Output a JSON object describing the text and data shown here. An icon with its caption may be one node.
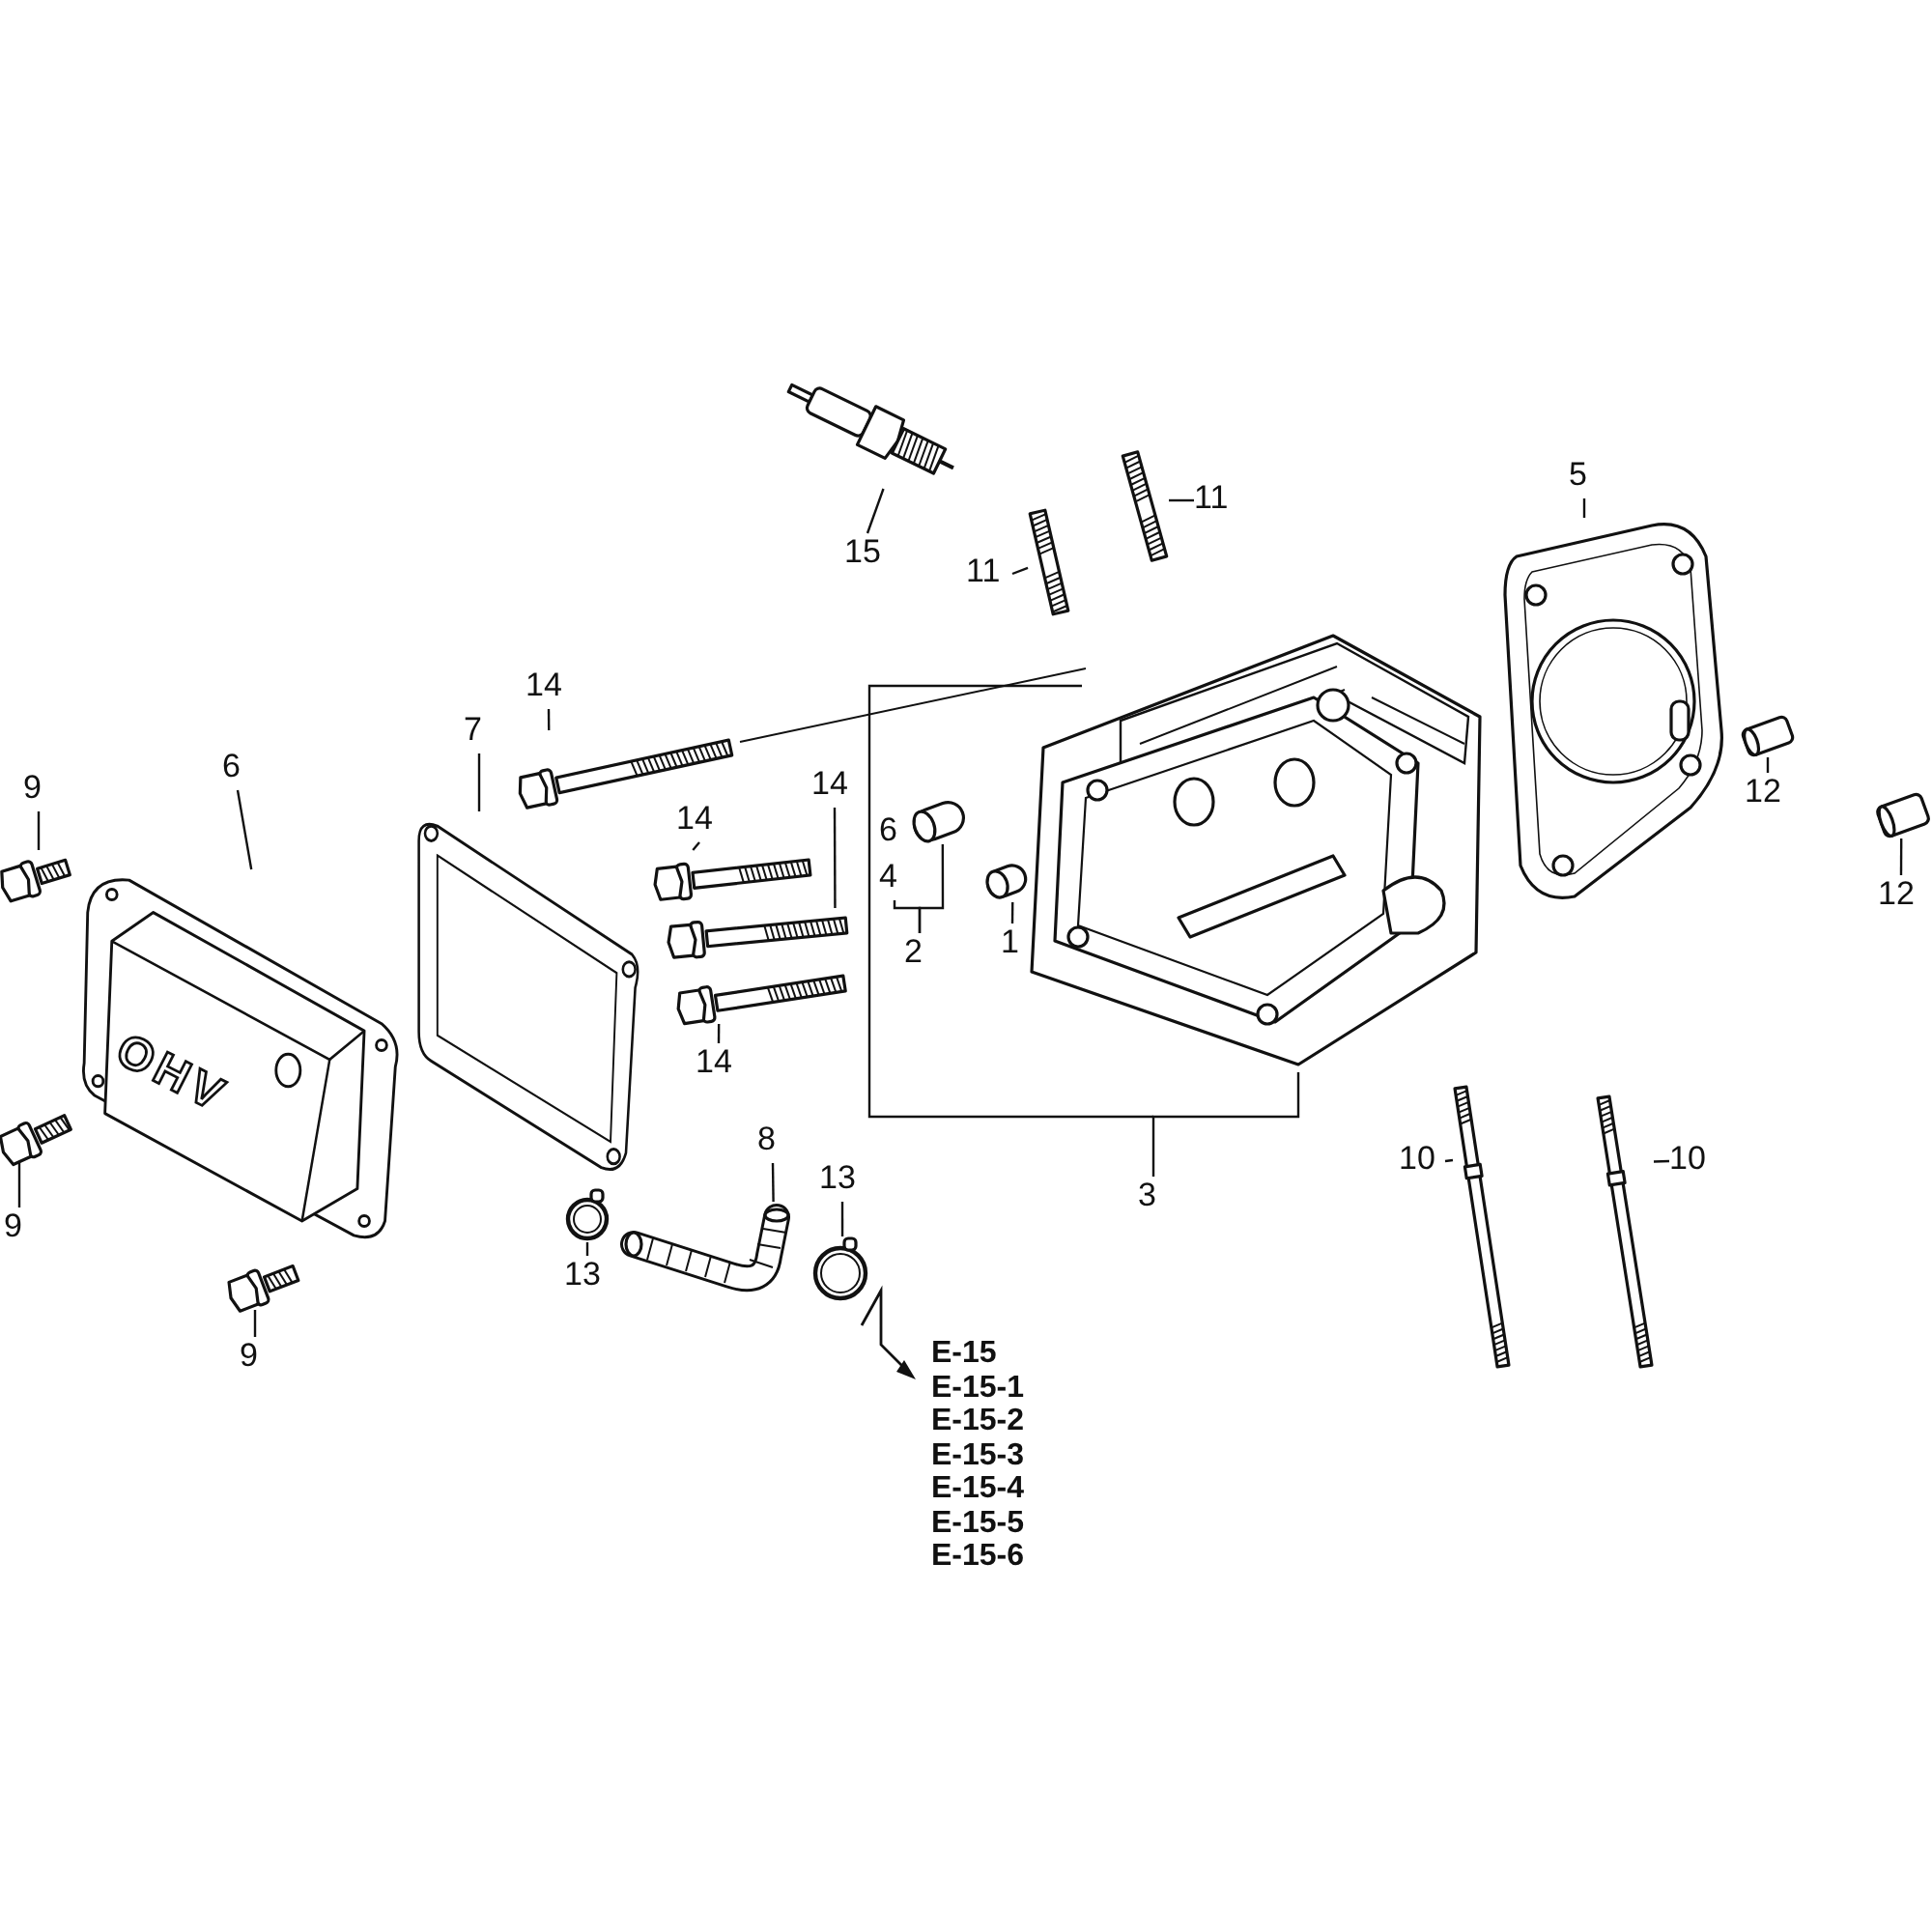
{
  "diagram": {
    "nodes": [
      {
        "text": [
          "15"
        ]
      },
      {
        "text": [],
        "shape": "picture"
      },
      {
        "text": [
          "11"
        ]
      },
      {
        "text": [],
        "shape": "picture"
      },
      {
        "text": [
          "11"
        ]
      },
      {
        "text": [],
        "shape": "picture"
      },
      {
        "text": [
          "5"
        ]
      },
      {
        "text": [],
        "shape": "picture"
      },
      {
        "text": [
          "14"
        ]
      },
      {
        "text": [],
        "shape": "picture"
      },
      {
        "text": [
          "14"
        ]
      },
      {
        "text": [],
        "shape": "picture"
      },
      {
        "text": [
          "14"
        ]
      },
      {
        "text": [],
        "shape": "picture"
      },
      {
        "text": [
          "14"
        ]
      },
      {
        "text": [],
        "shape": "picture"
      },
      {
        "text": [
          "7"
        ]
      },
      {
        "text": [],
        "shape": "picture"
      },
      {
        "text": [
          "6"
        ]
      },
      {
        "text": [],
        "shape": "picture"
      },
      {
        "text": [
          "9"
        ]
      },
      {
        "text": [],
        "shape": "picture"
      },
      {
        "text": [
          "9"
        ]
      },
      {
        "text": [],
        "shape": "picture"
      },
      {
        "text": [
          "9"
        ]
      },
      {
        "text": [],
        "shape": "picture"
      },
      {
        "text": [
          "4"
        ]
      },
      {
        "text": [
          "2"
        ]
      },
      {
        "text": [],
        "shape": "picture"
      },
      {
        "text": [
          "1"
        ]
      },
      {
        "text": [],
        "shape": "picture"
      },
      {
        "text": [
          "3"
        ]
      },
      {
        "text": [],
        "shape": "picture"
      },
      {
        "text": [
          "12"
        ]
      },
      {
        "text": [],
        "shape": "picture"
      },
      {
        "text": [
          "12"
        ]
      },
      {
        "text": [],
        "shape": "picture"
      },
      {
        "text": [
          "10"
        ]
      },
      {
        "text": [],
        "shape": "picture"
      },
      {
        "text": [
          "10"
        ]
      },
      {
        "text": [],
        "shape": "picture"
      },
      {
        "text": [
          "8"
        ]
      },
      {
        "text": [],
        "shape": "picture"
      },
      {
        "text": [
          "13"
        ]
      },
      {
        "text": [],
        "shape": "picture"
      },
      {
        "text": [
          "13"
        ]
      },
      {
        "text": [],
        "shape": "picture"
      }
    ],
    "edges": [
      {
        "from": 0,
        "to": 1,
        "arrow": "none"
      },
      {
        "from": 2,
        "to": 3,
        "arrow": "none"
      },
      {
        "from": 4,
        "to": 5,
        "arrow": "none"
      },
      {
        "from": 6,
        "to": 7,
        "arrow": "none"
      },
      {
        "from": 8,
        "to": 9,
        "arrow": "none"
      },
      {
        "from": 10,
        "to": 11,
        "arrow": "none"
      },
      {
        "from": 12,
        "to": 13,
        "arrow": "none"
      },
      {
        "from": 14,
        "to": 15,
        "arrow": "none"
      },
      {
        "from": 16,
        "to": 17,
        "arrow": "none"
      },
      {
        "from": 18,
        "to": 19,
        "arrow": "none"
      },
      {
        "from": 20,
        "to": 21,
        "arrow": "none"
      },
      {
        "from": 22,
        "to": 23,
        "arrow": "none"
      },
      {
        "from": 24,
        "to": 25,
        "arrow": "none"
      },
      {
        "from": 27,
        "to": 26,
        "arrow": "none"
      },
      {
        "from": 27,
        "to": 28,
        "arrow": "none"
      },
      {
        "from": 29,
        "to": 30,
        "arrow": "none"
      },
      {
        "from": 31,
        "to": 32,
        "arrow": "none"
      },
      {
        "from": 33,
        "to": 34,
        "arrow": "none"
      },
      {
        "from": 35,
        "to": 36,
        "arrow": "none"
      },
      {
        "from": 37,
        "to": 38,
        "arrow": "none"
      },
      {
        "from": 39,
        "to": 40,
        "arrow": "none"
      },
      {
        "from": 41,
        "to": 42,
        "arrow": "none"
      },
      {
        "from": 43,
        "to": 44,
        "arrow": "none"
      },
      {
        "from": 45,
        "to": 46,
        "arrow": "none"
      }
    ],
    "labels": [
      "6",
      "OHV",
      "E-15",
      "E-15-1",
      "E-15-2",
      "E-15-3",
      "E-15-4",
      "E-15-5",
      "E-15-6"
    ]
  }
}
